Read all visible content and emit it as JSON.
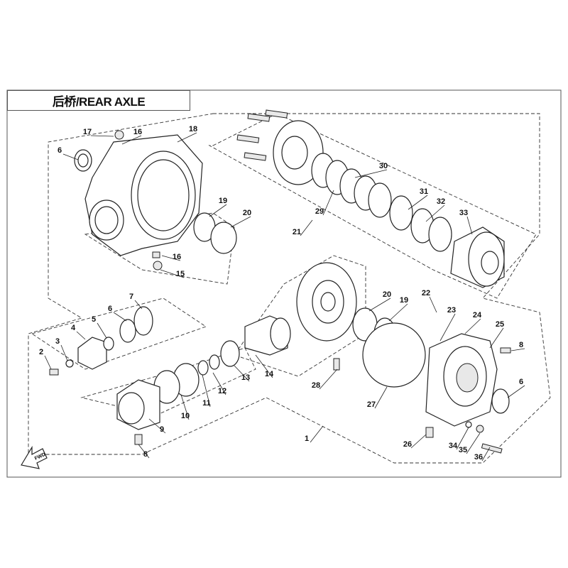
{
  "title": "后桥/REAR AXLE",
  "fwd_label": "FWD",
  "callouts": [
    {
      "id": "17"
    },
    {
      "id": "16"
    },
    {
      "id": "18"
    },
    {
      "id": "6"
    },
    {
      "id": "19"
    },
    {
      "id": "20"
    },
    {
      "id": "16"
    },
    {
      "id": "15"
    },
    {
      "id": "21"
    },
    {
      "id": "30"
    },
    {
      "id": "29"
    },
    {
      "id": "31"
    },
    {
      "id": "32"
    },
    {
      "id": "33"
    },
    {
      "id": "7"
    },
    {
      "id": "6"
    },
    {
      "id": "5"
    },
    {
      "id": "4"
    },
    {
      "id": "3"
    },
    {
      "id": "2"
    },
    {
      "id": "20"
    },
    {
      "id": "19"
    },
    {
      "id": "22"
    },
    {
      "id": "23"
    },
    {
      "id": "24"
    },
    {
      "id": "25"
    },
    {
      "id": "8"
    },
    {
      "id": "14"
    },
    {
      "id": "13"
    },
    {
      "id": "12"
    },
    {
      "id": "11"
    },
    {
      "id": "10"
    },
    {
      "id": "9"
    },
    {
      "id": "8"
    },
    {
      "id": "28"
    },
    {
      "id": "27"
    },
    {
      "id": "6"
    },
    {
      "id": "1"
    },
    {
      "id": "26"
    },
    {
      "id": "34"
    },
    {
      "id": "35"
    },
    {
      "id": "36"
    }
  ]
}
